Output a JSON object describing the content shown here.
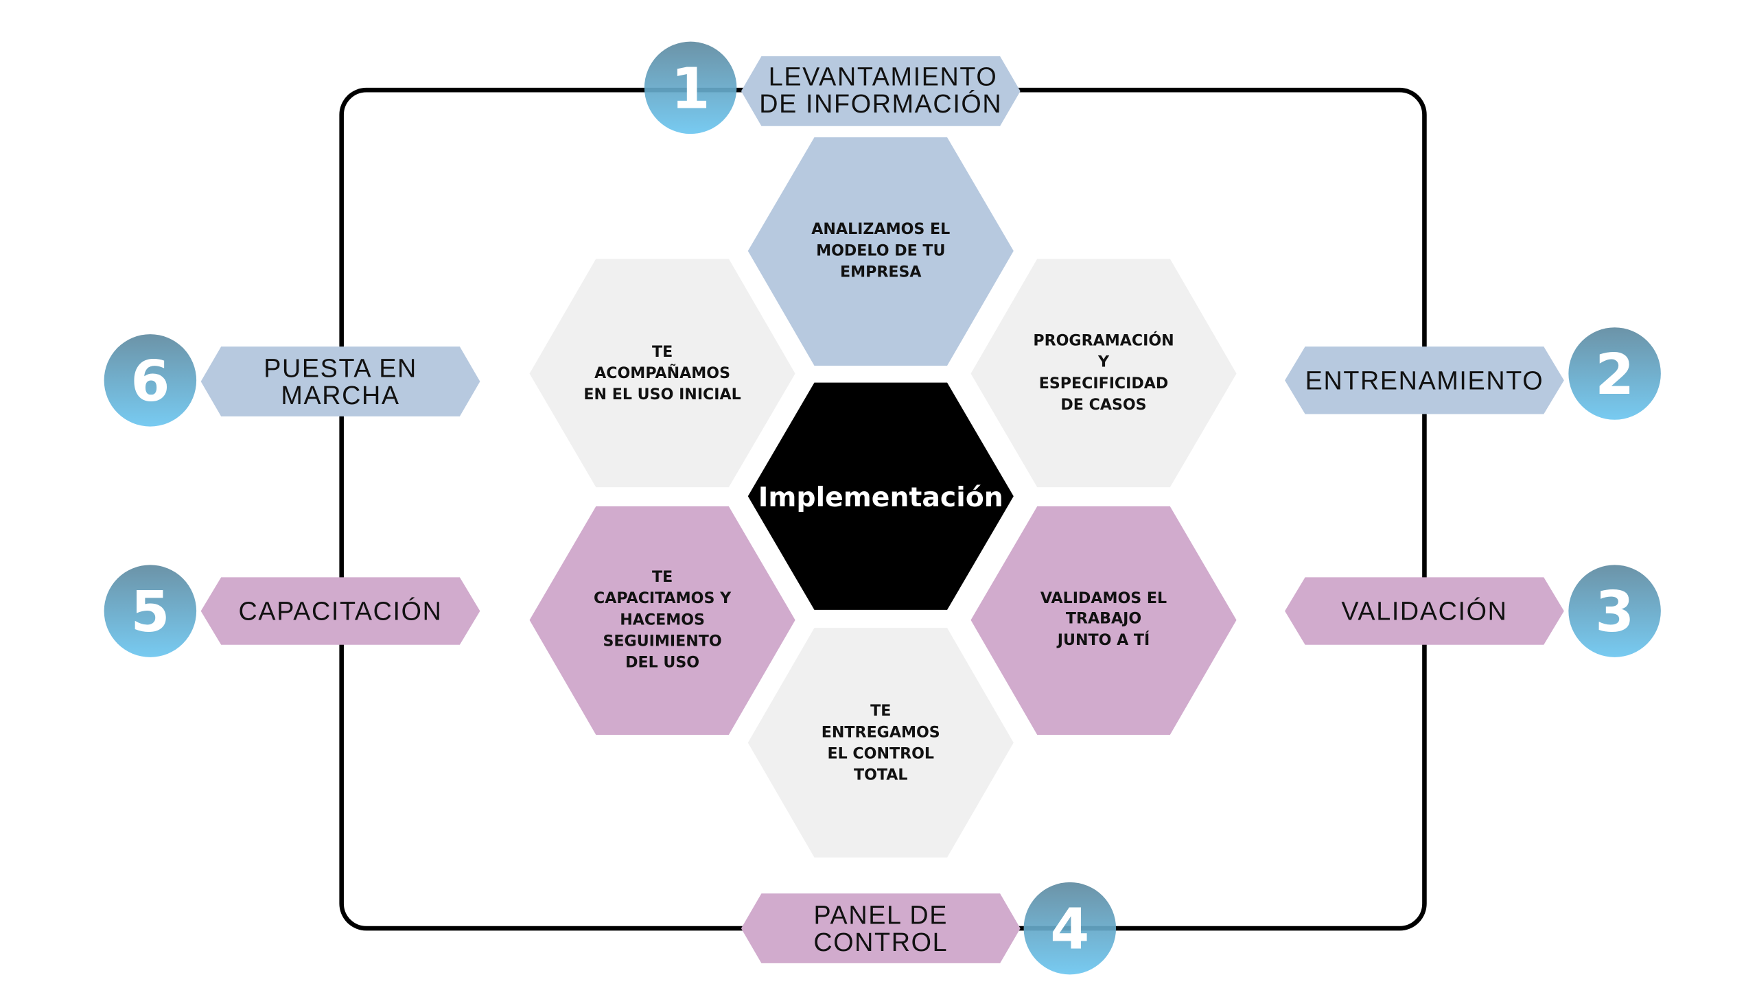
{
  "colors": {
    "blue": "#b7c9df",
    "grey": "#f0f0f0",
    "purple": "#d1abcd",
    "center": "#000000",
    "circle_top": "#5f8aa0",
    "circle_bottom": "#6cc6f0"
  },
  "center": "Implementación",
  "hexagons": {
    "top": [
      "ANALIZAMOS EL",
      "MODELO DE TU",
      "EMPRESA"
    ],
    "upper_right": [
      "PROGRAMACIÓN",
      "Y",
      "ESPECIFICIDAD",
      "DE CASOS"
    ],
    "lower_right": [
      "VALIDAMOS EL",
      "TRABAJO",
      "JUNTO A TÍ"
    ],
    "bottom": [
      "TE",
      "ENTREGAMOS",
      "EL CONTROL",
      "TOTAL"
    ],
    "lower_left": [
      "TE",
      "CAPACITAMOS Y",
      "HACEMOS",
      "SEGUIMIENTO",
      "DEL USO"
    ],
    "upper_left": [
      "TE",
      "ACOMPAÑAMOS",
      "EN EL USO INICIAL"
    ]
  },
  "steps": [
    {
      "number": "1",
      "label": [
        "LEVANTAMIENTO",
        "DE INFORMACIÓN"
      ]
    },
    {
      "number": "2",
      "label": [
        "ENTRENAMIENTO"
      ]
    },
    {
      "number": "3",
      "label": [
        "VALIDACIÓN"
      ]
    },
    {
      "number": "4",
      "label": [
        "PANEL DE",
        "CONTROL"
      ]
    },
    {
      "number": "5",
      "label": [
        "CAPACITACIÓN"
      ]
    },
    {
      "number": "6",
      "label": [
        "PUESTA EN",
        "MARCHA"
      ]
    }
  ]
}
